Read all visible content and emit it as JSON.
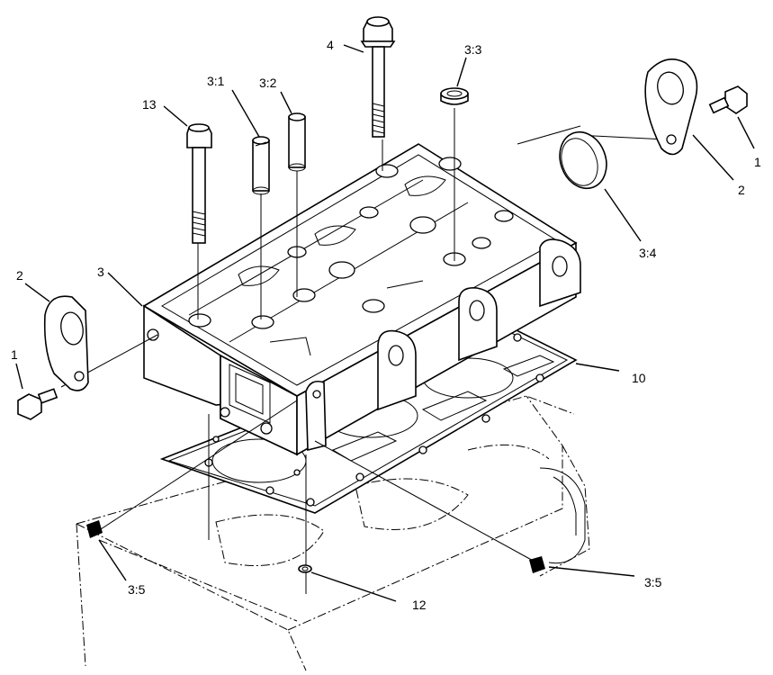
{
  "callouts": {
    "c1_left": "1",
    "c2_left": "2",
    "c3": "3",
    "c13": "13",
    "c3_1": "3:1",
    "c3_2": "3:2",
    "c4": "4",
    "c3_3": "3:3",
    "c2_right": "2",
    "c1_right": "1",
    "c3_4": "3:4",
    "c10": "10",
    "c12": "12",
    "c3_5_left": "3:5",
    "c3_5_right": "3:5"
  }
}
